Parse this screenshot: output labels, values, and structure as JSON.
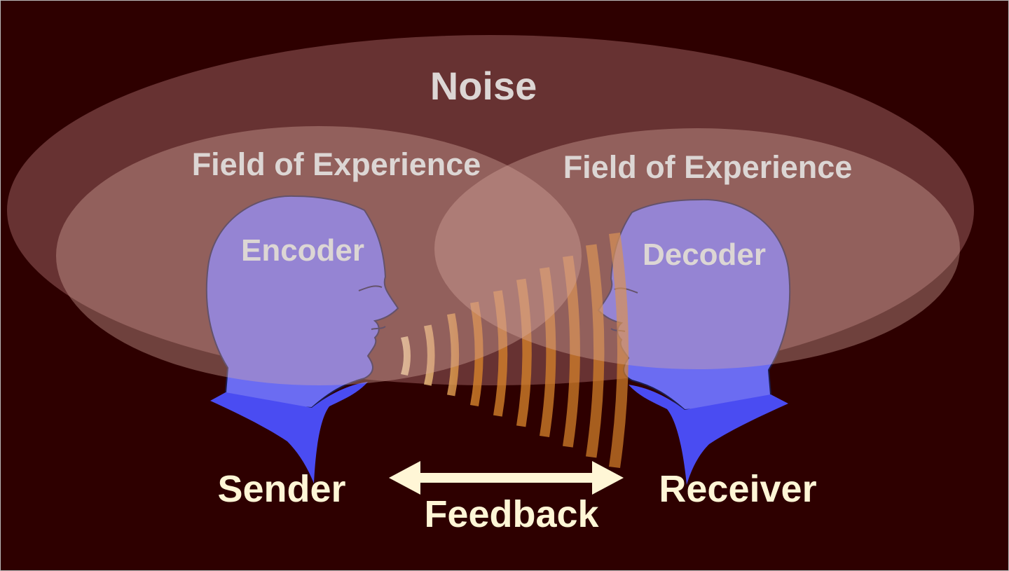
{
  "diagram": {
    "colors": {
      "background": "#2e0000",
      "noise_ellipse": "#6a3535",
      "field_ellipse": "#d9aaa0",
      "head": "#6b6cf2",
      "head_outline": "#1c1c4a",
      "neck": "#4a4cf2",
      "wave": "#d6822a",
      "wave_light": "#f4dfb0",
      "label_light": "#dcd6d4",
      "label_cream": "#fff6d6"
    },
    "labels": {
      "noise": "Noise",
      "field_left": "Field of Experience",
      "field_right": "Field of Experience",
      "encoder": "Encoder",
      "decoder": "Decoder",
      "sender": "Sender",
      "receiver": "Receiver",
      "feedback": "Feedback"
    },
    "icons": {
      "sender_head": "human-head-profile-icon",
      "receiver_head": "human-head-profile-icon",
      "sound_waves": "sound-wave-icon",
      "feedback_arrow": "double-arrow-icon"
    }
  }
}
